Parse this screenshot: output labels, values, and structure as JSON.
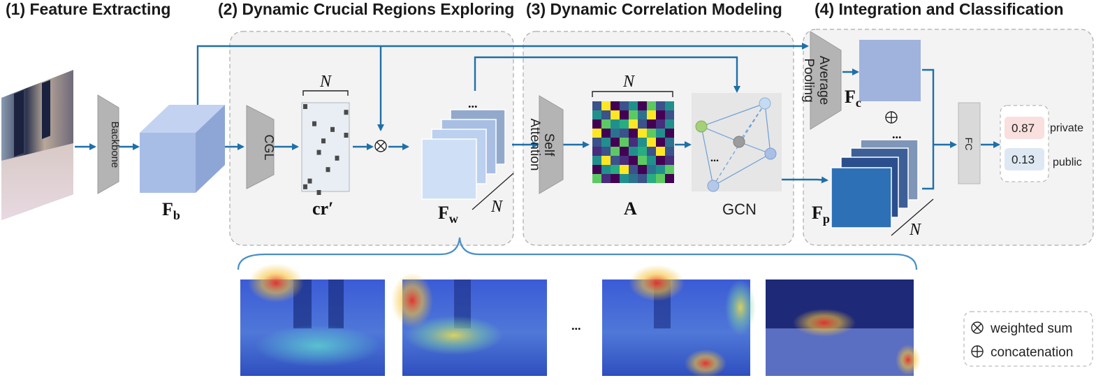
{
  "stages": [
    {
      "title": "(1) Feature Extracting"
    },
    {
      "title": "(2) Dynamic Crucial Regions Exploring"
    },
    {
      "title": "(3) Dynamic Correlation Modeling"
    },
    {
      "title": "(4) Integration and Classification"
    }
  ],
  "modules": {
    "backbone": "Backbone",
    "cgl": "CGL",
    "self_attention_line1": "Self",
    "self_attention_line2": "Attention",
    "avg_pool_line1": "Average",
    "avg_pool_line2": "Pooling",
    "fc": "FC"
  },
  "symbols": {
    "fb_main": "F",
    "fb_sub": "b",
    "cr": "cr′",
    "fw_main": "F",
    "fw_sub": "w",
    "a": "A",
    "gcn": "GCN",
    "fc_main": "F",
    "fc_sub": "c",
    "fp_main": "F",
    "fp_sub": "p",
    "n": "N",
    "ellipsis": "...",
    "ellipsis_heatmaps": "..."
  },
  "outputs": [
    {
      "score": "0.87",
      "label": "private",
      "color": "#f9dfdd"
    },
    {
      "score": "0.13",
      "label": "public",
      "color": "#dde8f2"
    }
  ],
  "legend": {
    "weighted_sum": "weighted sum",
    "concatenation": "concatenation"
  },
  "colors": {
    "arrow": "#1f6fa8",
    "cube_front": "#a8bde6",
    "cube_top": "#c2d2f0",
    "cube_side": "#8ea6d6",
    "module_gray": "#b4b4b4",
    "panel_bg": "#f3f3f3"
  }
}
